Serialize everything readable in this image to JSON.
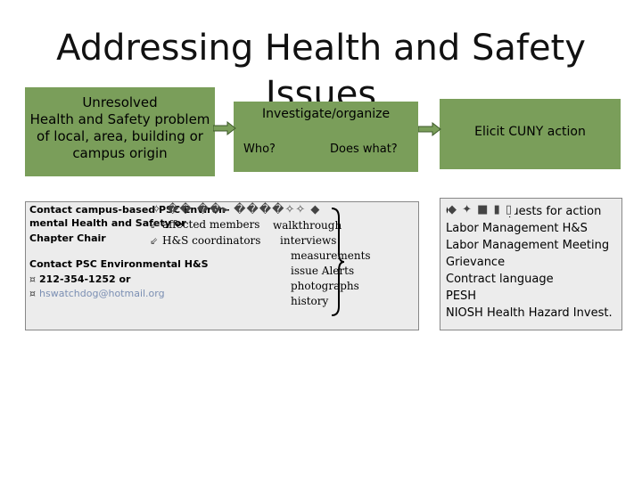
{
  "title": {
    "line1": "Addressing Health and Safety",
    "line2": "Issues"
  },
  "box_unresolved": {
    "line1": "Unresolved",
    "line2": "Health and Safety problem",
    "line3": "of local, area, building or",
    "line4": "campus origin"
  },
  "box_investigate": {
    "heading": "Investigate/organize",
    "who": "Who?",
    "does_what": "Does what?"
  },
  "box_elicit": {
    "label": "Elicit CUNY action"
  },
  "left_panel": {
    "contact_line1": "Contact campus-based PSC Environ-",
    "contact_line2": "mental Health and Safety or",
    "contact_line3": "Chapter Chair",
    "psc_line": "Contact PSC Environmental H&S",
    "phone_line": "212-354-1252 or",
    "email": "hswatchdog@hotmail.org",
    "who_glyphs": "✧ ��  ��▸ ����✧✧ ◆",
    "who_items": [
      "affected members",
      "H&S coordinators"
    ],
    "does_items": [
      "walkthrough",
      "interviews",
      "measurements",
      "issue Alerts",
      "photographs",
      "history"
    ]
  },
  "right_panel": {
    "items": [
      "Center, requests for action",
      "Labor Management H&S",
      "Labor Management Meeting",
      "Grievance",
      "Contract language",
      "PESH",
      "NIOSH  Health Hazard Invest."
    ],
    "overlay_glyphs": "◆ ✦ ■ ▮ ▯"
  },
  "colors": {
    "box_green": "#7a9e5a",
    "panel_gray": "#ececec",
    "link": "#7b8fb3"
  }
}
